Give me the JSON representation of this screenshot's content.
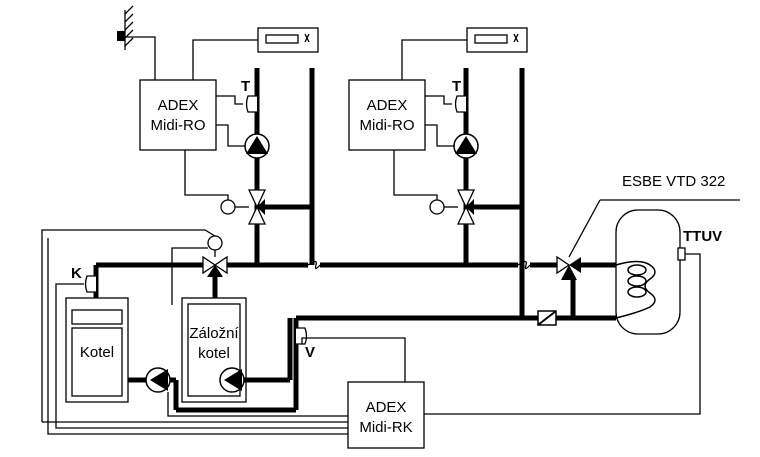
{
  "labels": {
    "controller_left_line1": "ADEX",
    "controller_left_line2": "Midi-RO",
    "controller_right_line1": "ADEX",
    "controller_right_line2": "Midi-RO",
    "controller_main_line1": "ADEX",
    "controller_main_line2": "Midi-RK",
    "boiler_main": "Kotel",
    "boiler_backup_line1": "Záložní",
    "boiler_backup_line2": "kotel",
    "valve_dhw": "ESBE VTD 322",
    "sensor_dhw": "TTUV",
    "sensor_left_T": "T",
    "sensor_right_T": "T",
    "sensor_boiler_K": "K",
    "sensor_V": "V"
  }
}
